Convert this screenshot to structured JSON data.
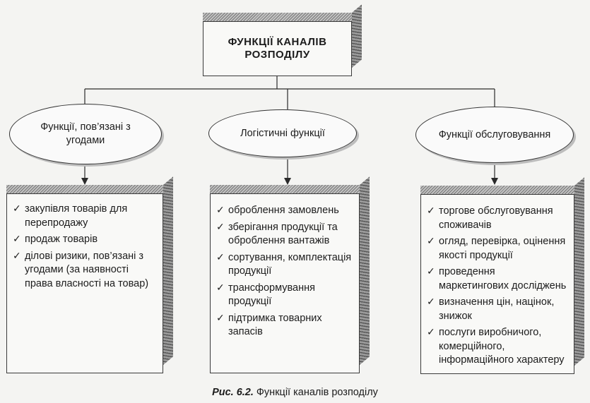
{
  "title": "ФУНКЦІЇ КАНАЛІВ РОЗПОДІЛУ",
  "categories": [
    {
      "label": "Функції, пов’язані з угодами",
      "items": [
        "закупівля товарів для перепродажу",
        "продаж товарів",
        "ділові ризики, пов’язані з угодами (за наявності права власності на товар)"
      ]
    },
    {
      "label": "Логістичні функції",
      "items": [
        "оброблення замовлень",
        "зберігання продукції та оброблення вантажів",
        "сортування, комплектація продукції",
        "трансформування продукції",
        "підтримка товарних запасів"
      ]
    },
    {
      "label": "Функції обслуговування",
      "items": [
        "торгове обслуговування споживачів",
        "огляд, перевірка, оцінення якості продукції",
        "проведення маркетингових досліджень",
        "визначення цін, націнок, знижок",
        "послуги виробничого, комерційного, інформаційного характеру"
      ]
    }
  ],
  "check_mark": "✓",
  "caption": {
    "figure_label": "Рис. 6.2.",
    "text": "Функції каналів розподілу"
  }
}
